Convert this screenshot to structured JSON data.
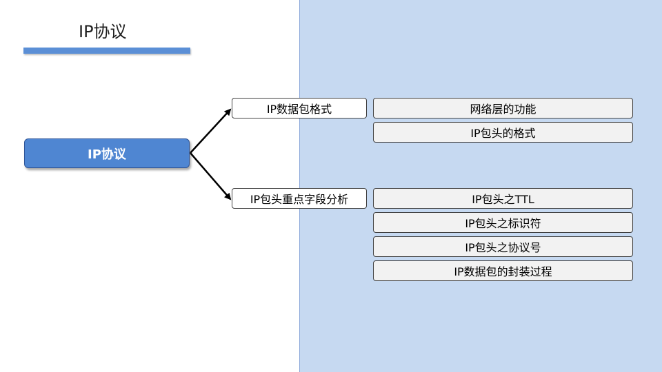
{
  "slide": {
    "title": "IP协议"
  },
  "root": {
    "label": "IP协议"
  },
  "branches": [
    {
      "label": "IP数据包格式",
      "children": [
        "网络层的功能",
        "IP包头的格式"
      ]
    },
    {
      "label": "IP包头重点字段分析",
      "children": [
        "IP包头之TTL",
        "IP包头之标识符",
        "IP包头之协议号",
        "IP数据包的封装过程"
      ]
    }
  ],
  "colors": {
    "panel_bg": "#c6d9f1",
    "root_fill": "#4f86d2",
    "title_bar": "#5b8fd6",
    "leaf_fill": "#f2f2f2"
  }
}
